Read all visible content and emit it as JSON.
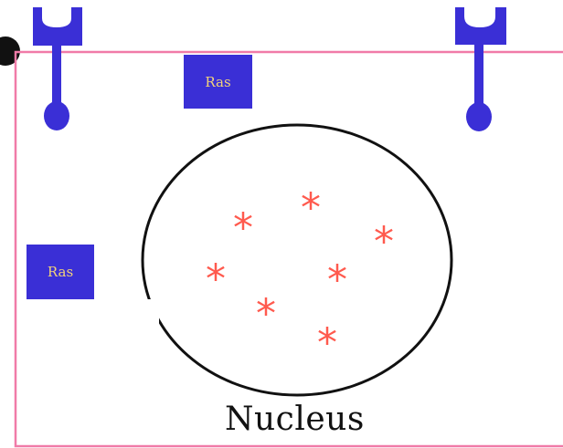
{
  "colors": {
    "cell_membrane": "#f07ba8",
    "receptor": "#3a2fd6",
    "ras_box": "#3a2fd6",
    "ras_text": "#f2d27a",
    "nucleus_outline": "#111111",
    "transcription_factor": "#ff5a4e",
    "edge_dark": "#111111"
  },
  "ras_proteins": [
    {
      "label": "Ras"
    },
    {
      "label": "Ras"
    }
  ],
  "receptors": [
    {
      "icon": "receptor-icon"
    },
    {
      "icon": "receptor-icon"
    }
  ],
  "nucleus": {
    "label": "Nucleus",
    "marker_symbol": "*",
    "marker_count": 7
  }
}
